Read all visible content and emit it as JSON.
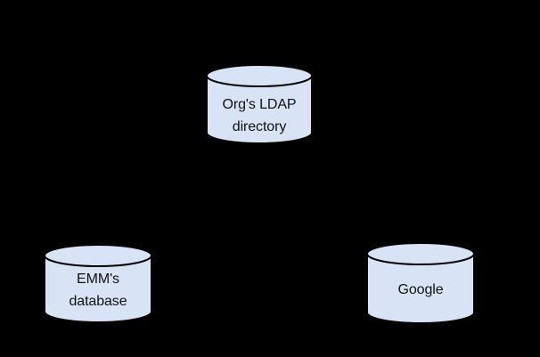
{
  "diagram": {
    "colors": {
      "background": "#000000",
      "cylinder_fill": "#d8e4f6",
      "cylinder_stroke": "#000000",
      "label_color": "#111111"
    },
    "nodes": [
      {
        "id": "ldap",
        "lines": [
          "Org's LDAP",
          "directory"
        ]
      },
      {
        "id": "emm",
        "lines": [
          "EMM's",
          "database"
        ]
      },
      {
        "id": "google",
        "lines": [
          "Google"
        ]
      }
    ]
  }
}
